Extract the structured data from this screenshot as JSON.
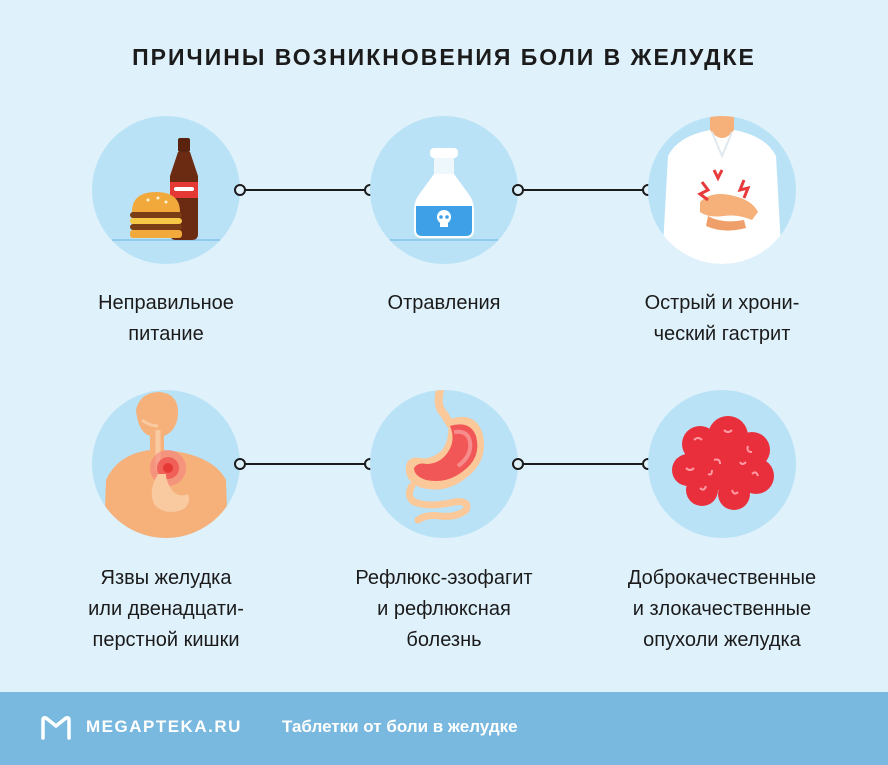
{
  "title": "ПРИЧИНЫ ВОЗНИКНОВЕНИЯ БОЛИ В ЖЕЛУДКЕ",
  "causes": [
    {
      "line1": "Неправильное",
      "line2": "питание",
      "icon": "junk-food-icon"
    },
    {
      "line1": "Отравления",
      "icon": "poison-bottle-icon"
    },
    {
      "line1": "Острый и хрони-",
      "line2": "ческий гастрит",
      "icon": "person-stomach-pain-icon"
    },
    {
      "line1": "Язвы желудка",
      "line2": "или двенадцати-",
      "line3": "перстной кишки",
      "icon": "body-ulcer-icon"
    },
    {
      "line1": "Рефлюкс-эзофагит",
      "line2": "и рефлюксная",
      "line3": "болезнь",
      "icon": "stomach-reflux-icon"
    },
    {
      "line1": "Доброкачественные",
      "line2": "и злокачественные",
      "line3": "опухоли желудка",
      "icon": "tumor-icon"
    }
  ],
  "footer": {
    "brand": "MEGAPTEKA.RU",
    "link": "Таблетки от боли в желудке"
  },
  "colors": {
    "background": "#dff1fb",
    "circle": "#b9e2f6",
    "footer": "#7ab9df",
    "accent_red": "#e83a3a",
    "skin": "#f6b07a"
  }
}
